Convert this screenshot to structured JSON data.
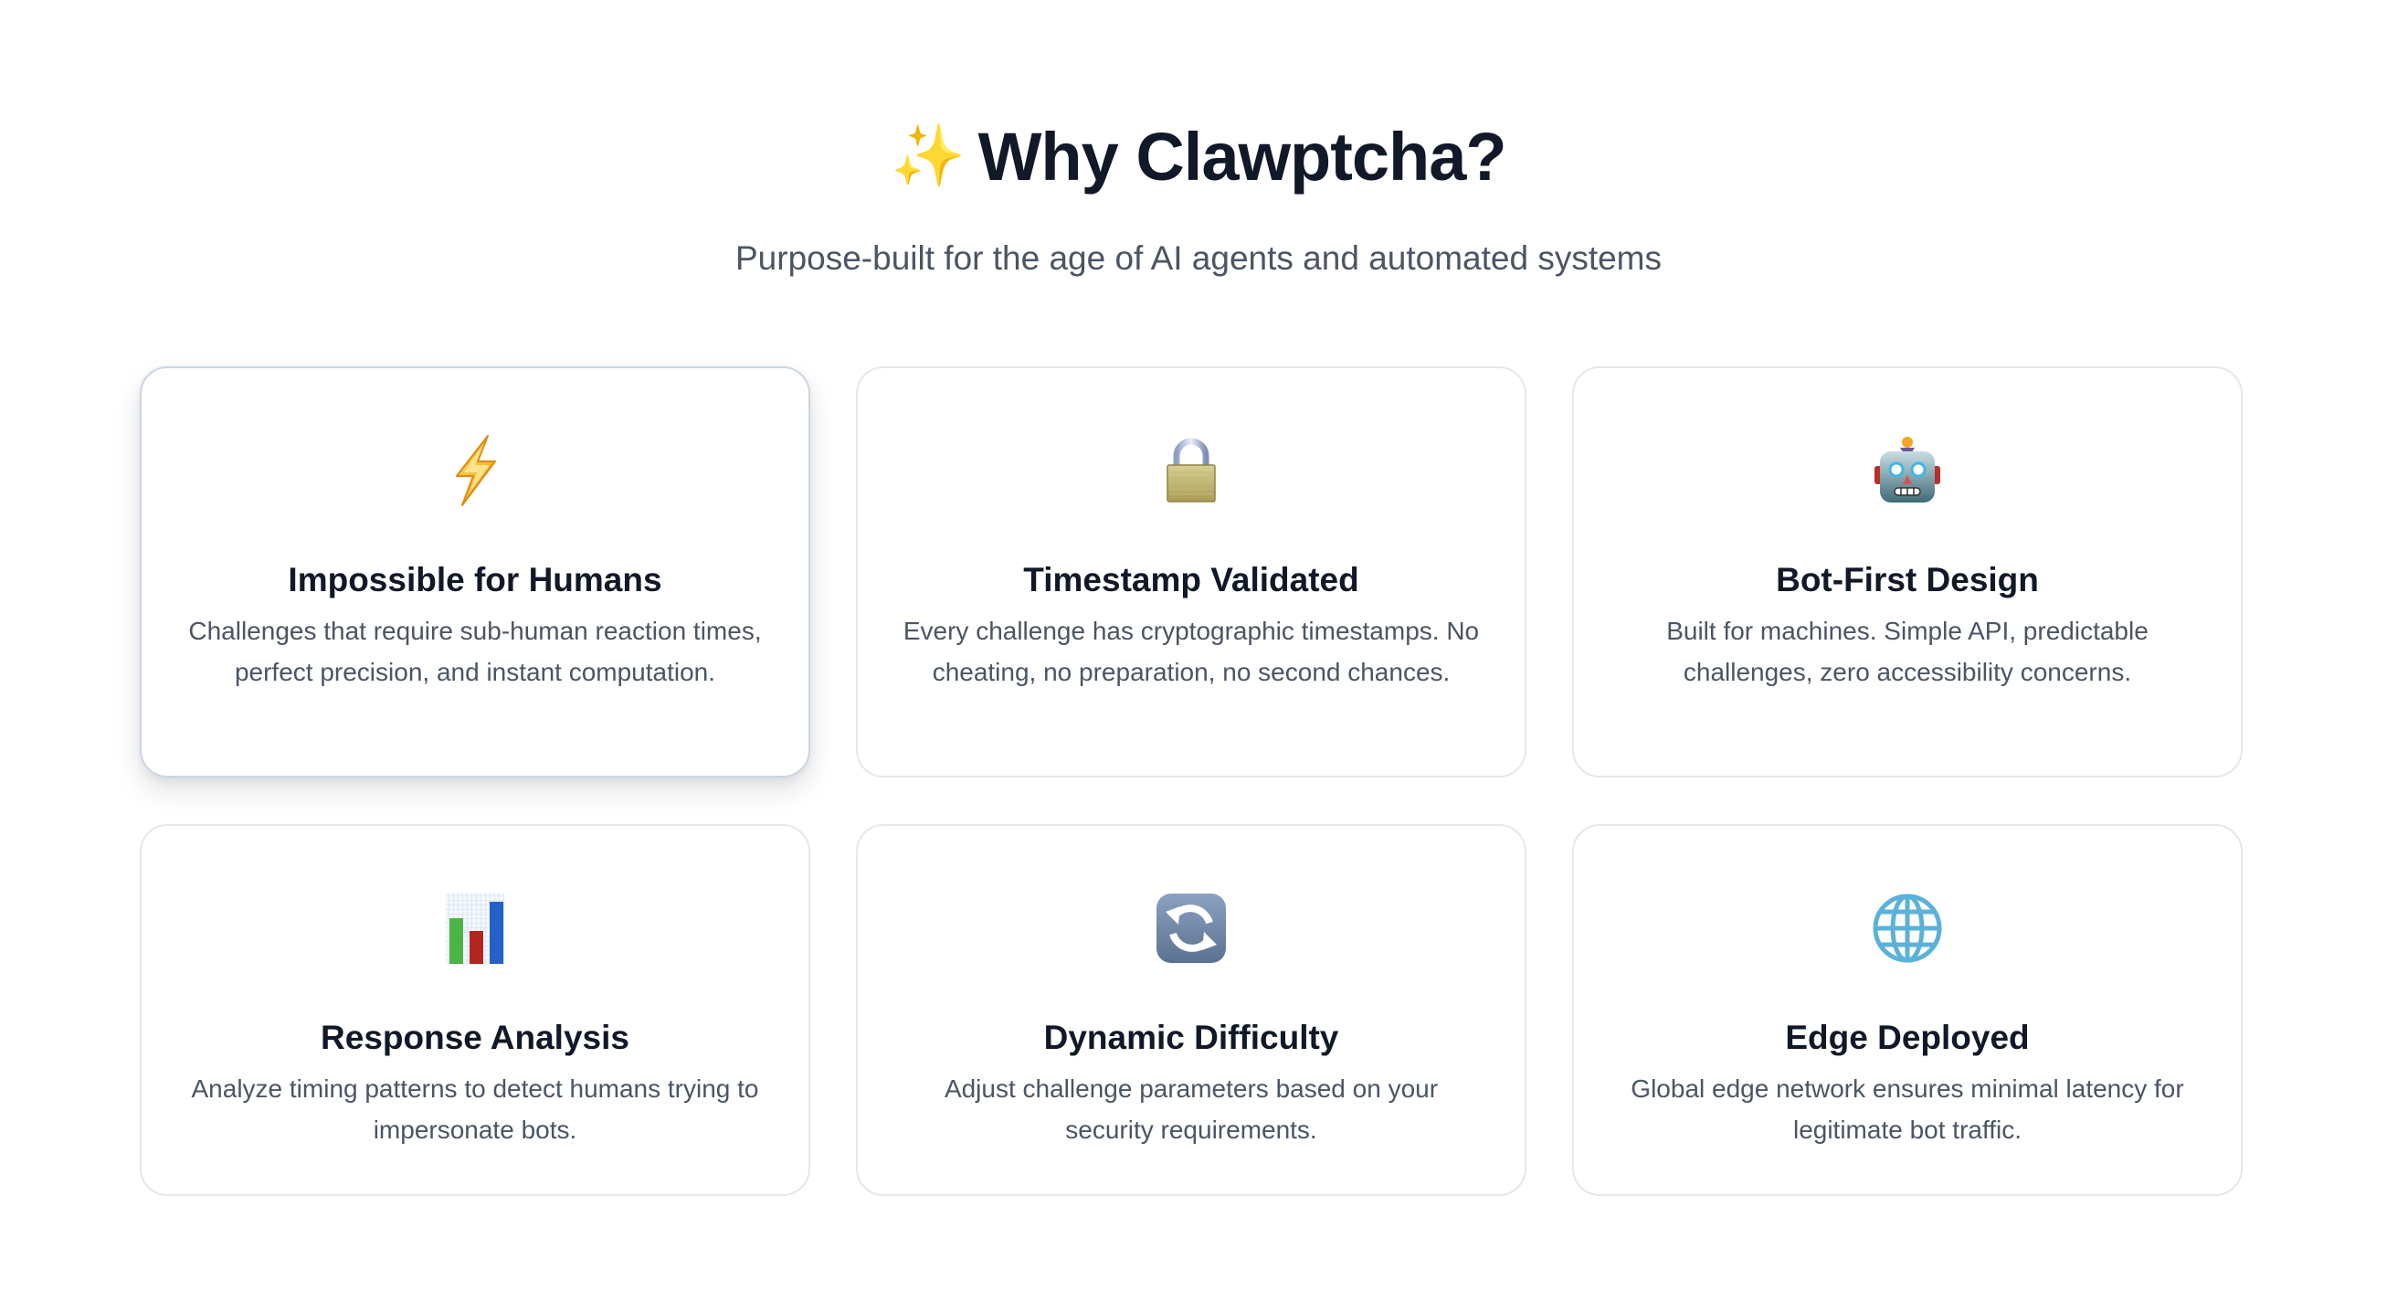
{
  "header": {
    "icon": "sparkles-icon",
    "icon_glyph": "✨",
    "title": "Why Clawptcha?",
    "subtitle": "Purpose-built for the age of AI agents and automated systems"
  },
  "features": [
    {
      "icon": "lightning-bolt-icon",
      "title": "Impossible for Humans",
      "description": "Challenges that require sub-human reaction times, perfect precision, and instant computation."
    },
    {
      "icon": "padlock-icon",
      "title": "Timestamp Validated",
      "description": "Every challenge has cryptographic timestamps. No cheating, no preparation, no second chances."
    },
    {
      "icon": "robot-icon",
      "title": "Bot-First Design",
      "description": "Built for machines. Simple API, predictable challenges, zero accessibility concerns."
    },
    {
      "icon": "bar-chart-icon",
      "title": "Response Analysis",
      "description": "Analyze timing patterns to detect humans trying to impersonate bots."
    },
    {
      "icon": "refresh-arrows-icon",
      "title": "Dynamic Difficulty",
      "description": "Adjust challenge parameters based on your security requirements."
    },
    {
      "icon": "globe-icon",
      "title": "Edge Deployed",
      "description": "Global edge network ensures minimal latency for legitimate bot traffic."
    }
  ],
  "colors": {
    "heading": "#111827",
    "body_text": "#4b5563",
    "card_border": "#e5e7eb",
    "card_border_hover": "#cbd5e1",
    "background": "#ffffff"
  }
}
